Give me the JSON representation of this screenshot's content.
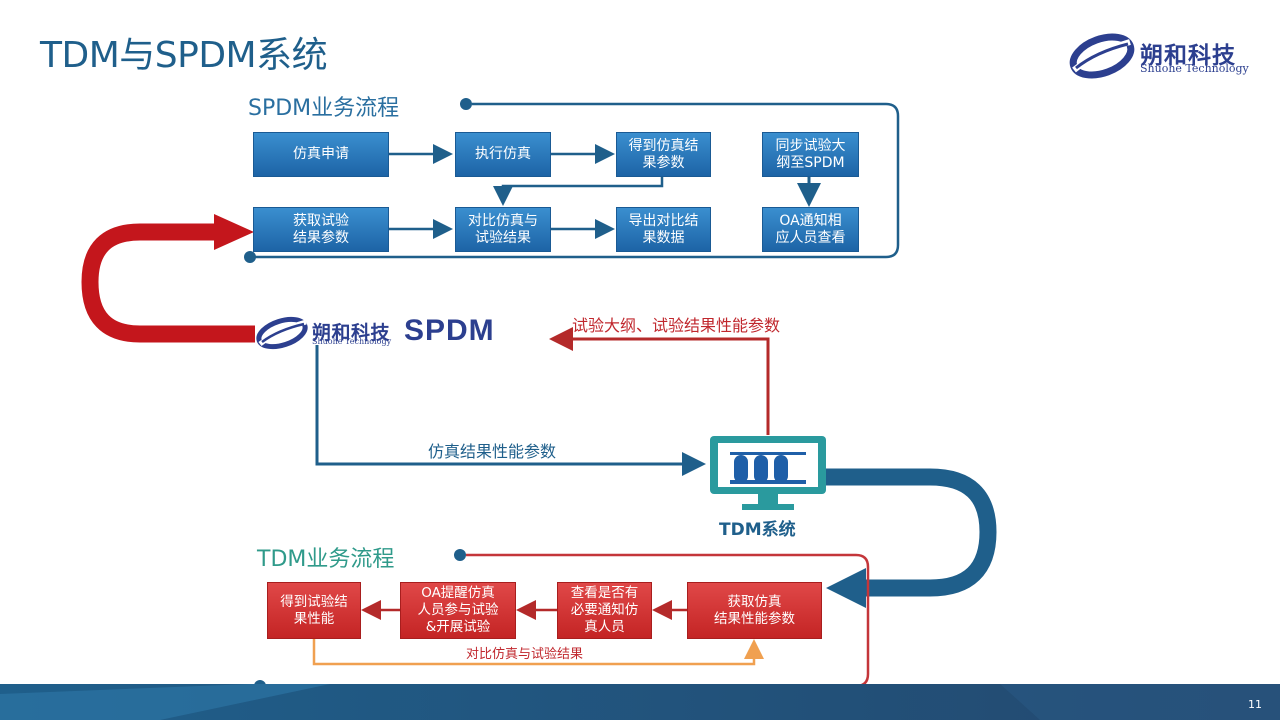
{
  "slide": {
    "title": "TDM与SPDM系统",
    "page_number": "11"
  },
  "logo": {
    "name": "朔和科技",
    "subtitle": "Shuohe Technology"
  },
  "spdm_flow": {
    "title": "SPDM业务流程",
    "boxes": {
      "apply": "仿真申请",
      "execute": "执行仿真",
      "get_results": "得到仿真结\n果参数",
      "sync_outline": "同步试验大\n纲至SPDM",
      "get_test": "获取试验\n结果参数",
      "compare": "对比仿真与\n试验结果",
      "export": "导出对比结\n果数据",
      "notify": "OA通知相\n应人员查看"
    }
  },
  "center": {
    "spdm_label": "SPDM",
    "arrow_to_spdm": "试验大纲、试验结果性能参数",
    "arrow_to_tdm": "仿真结果性能参数",
    "tdm_label": "TDM系统"
  },
  "tdm_flow": {
    "title": "TDM业务流程",
    "boxes": {
      "test_results": "得到试验结\n果性能",
      "oa_remind": "OA提醒仿真\n人员参与试验\n&开展试验",
      "check_notify": "查看是否有\n必要通知仿\n真人员",
      "get_sim": "获取仿真\n结果性能参数"
    },
    "compare_label": "对比仿真与试验结果"
  },
  "colors": {
    "blue": "#1f5f8b",
    "red": "#c0272d",
    "orange": "#f0a050",
    "teal": "#2f9a8a"
  }
}
